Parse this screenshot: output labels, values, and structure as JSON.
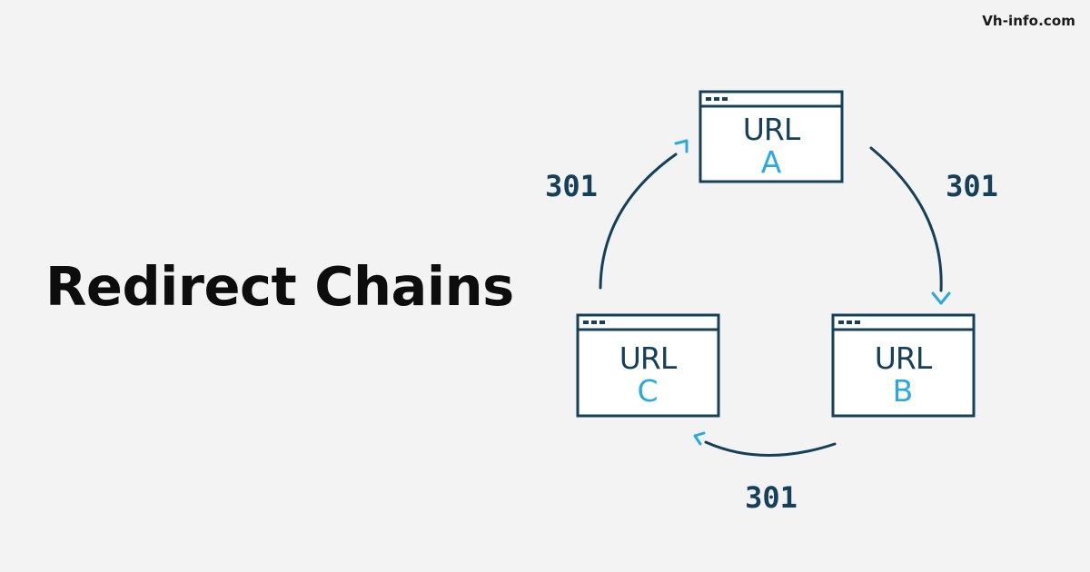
{
  "brand": "Vh-info.com",
  "title": "Redirect Chains",
  "nodes": [
    {
      "word": "URL",
      "letter": "A"
    },
    {
      "word": "URL",
      "letter": "B"
    },
    {
      "word": "URL",
      "letter": "C"
    }
  ],
  "edges": [
    {
      "from": "A",
      "to": "B",
      "code": "301"
    },
    {
      "from": "B",
      "to": "C",
      "code": "301"
    },
    {
      "from": "C",
      "to": "A",
      "code": "301"
    }
  ],
  "colors": {
    "background": "#f3f3f3",
    "outline": "#16405a",
    "accent": "#29a9e0",
    "title": "#0d0d0d"
  }
}
